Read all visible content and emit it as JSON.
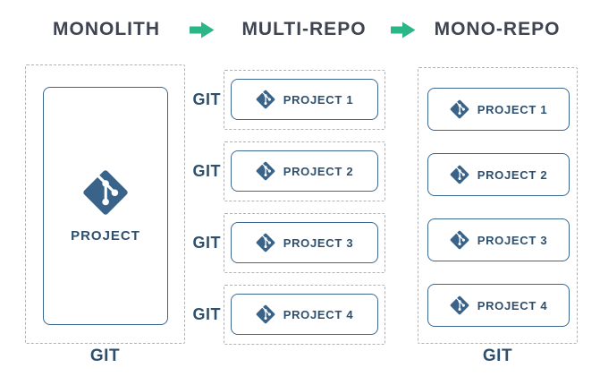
{
  "header": {
    "stages": [
      {
        "label": "MONOLITH"
      },
      {
        "label": "MULTI-REPO"
      },
      {
        "label": "MONO-REPO"
      }
    ]
  },
  "monolith": {
    "project_label": "PROJECT",
    "git_label": "GIT"
  },
  "multi_repo": {
    "rows": [
      {
        "git_label": "GIT",
        "project_label": "PROJECT 1"
      },
      {
        "git_label": "GIT",
        "project_label": "PROJECT 2"
      },
      {
        "git_label": "GIT",
        "project_label": "PROJECT 3"
      },
      {
        "git_label": "GIT",
        "project_label": "PROJECT 4"
      }
    ]
  },
  "mono_repo": {
    "projects": [
      "PROJECT 1",
      "PROJECT 2",
      "PROJECT 3",
      "PROJECT 4"
    ],
    "git_label": "GIT"
  },
  "icons": {
    "git_icon": "git-branch-diamond",
    "arrow_icon": "block-arrow-right"
  },
  "colors": {
    "accent_green": "#2ab686",
    "brand_blue": "#3a6389",
    "border_blue": "#3c6890",
    "text_navy": "#2e506f",
    "header_text": "#3e4450",
    "dashed_gray": "#b2b2b6",
    "background": "#ffffff"
  }
}
